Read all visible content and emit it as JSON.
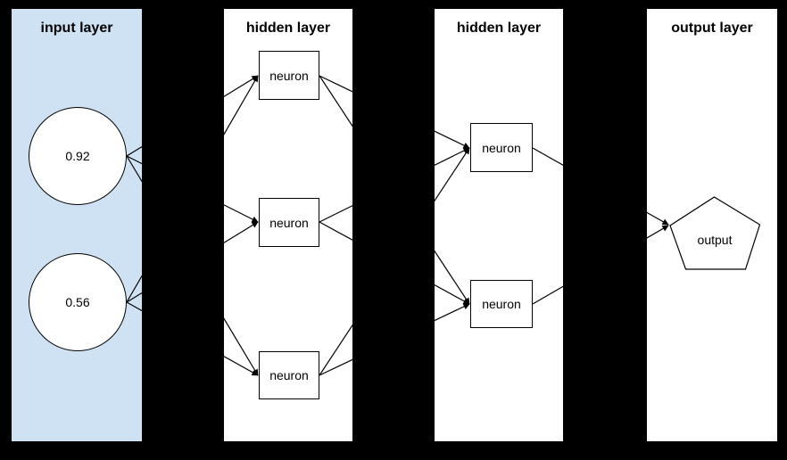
{
  "canvas": {
    "background": "#000000"
  },
  "colors": {
    "input_panel_fill": "#cfe2f3",
    "panel_fill": "#ffffff",
    "node_fill": "#ffffff",
    "stroke": "#000000",
    "text": "#000000"
  },
  "diagram": {
    "layers": [
      {
        "title": "input layer",
        "fill": "#cfe2f3",
        "nodes": [
          {
            "id": "input-1",
            "shape": "circle",
            "label": "0.92"
          },
          {
            "id": "input-2",
            "shape": "circle",
            "label": "0.56"
          }
        ]
      },
      {
        "title": "hidden layer",
        "fill": "#ffffff",
        "nodes": [
          {
            "id": "hidden1-1",
            "shape": "rect",
            "label": "neuron"
          },
          {
            "id": "hidden1-2",
            "shape": "rect",
            "label": "neuron"
          },
          {
            "id": "hidden1-3",
            "shape": "rect",
            "label": "neuron"
          }
        ]
      },
      {
        "title": "hidden layer",
        "fill": "#ffffff",
        "nodes": [
          {
            "id": "hidden2-1",
            "shape": "rect",
            "label": "neuron"
          },
          {
            "id": "hidden2-2",
            "shape": "rect",
            "label": "neuron"
          }
        ]
      },
      {
        "title": "output layer",
        "fill": "#ffffff",
        "nodes": [
          {
            "id": "output-1",
            "shape": "pentagon",
            "label": "output"
          }
        ]
      }
    ],
    "connections": [
      {
        "from": "input-1",
        "to": "hidden1-1"
      },
      {
        "from": "input-1",
        "to": "hidden1-2"
      },
      {
        "from": "input-1",
        "to": "hidden1-3"
      },
      {
        "from": "input-2",
        "to": "hidden1-1"
      },
      {
        "from": "input-2",
        "to": "hidden1-2"
      },
      {
        "from": "input-2",
        "to": "hidden1-3"
      },
      {
        "from": "hidden1-1",
        "to": "hidden2-1"
      },
      {
        "from": "hidden1-1",
        "to": "hidden2-2"
      },
      {
        "from": "hidden1-2",
        "to": "hidden2-1"
      },
      {
        "from": "hidden1-2",
        "to": "hidden2-2"
      },
      {
        "from": "hidden1-3",
        "to": "hidden2-1"
      },
      {
        "from": "hidden1-3",
        "to": "hidden2-2"
      },
      {
        "from": "hidden2-1",
        "to": "output-1"
      },
      {
        "from": "hidden2-2",
        "to": "output-1"
      }
    ]
  }
}
